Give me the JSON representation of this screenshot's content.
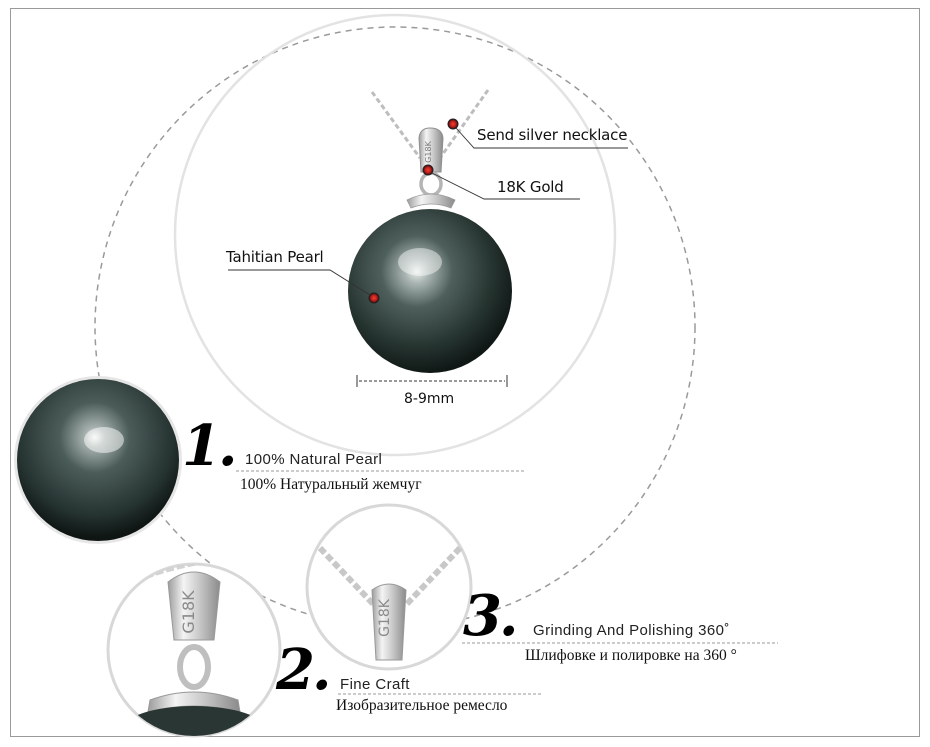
{
  "callouts": {
    "necklace": "Send silver necklace",
    "gold": "18K Gold",
    "pearl": "Tahitian Pearl",
    "size": "8-9mm"
  },
  "clasp_engraving": "G18K",
  "features": [
    {
      "number": "1.",
      "en": "100% Natural Pearl",
      "ru": "100% Натуральный жемчуг"
    },
    {
      "number": "2.",
      "en": "Fine Craft",
      "ru": "Изобразительное ремесло"
    },
    {
      "number": "3.",
      "en": "Grinding And Polishing 360˚",
      "ru": "Шлифовке и полировке на 360 °"
    }
  ],
  "colors": {
    "pearl_dark": "#1c2a28",
    "pearl_mid": "#4a5a57",
    "marker_red": "#b0201c",
    "dashed_circle": "#9a9a9a",
    "silver": "#d8d8d8"
  }
}
